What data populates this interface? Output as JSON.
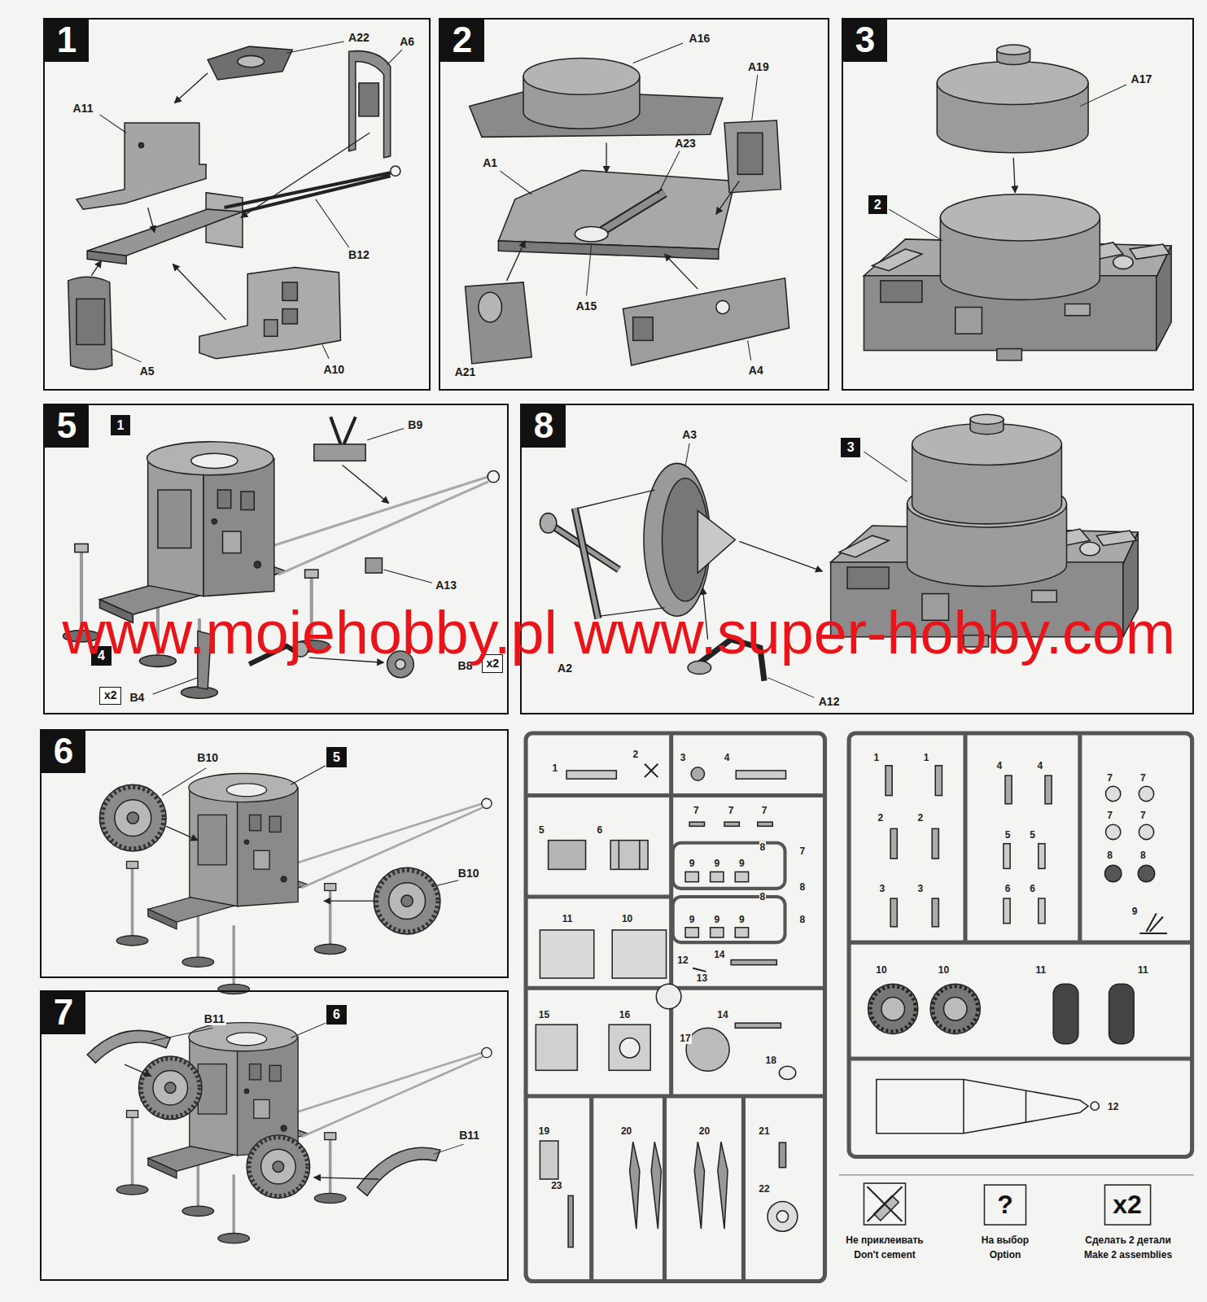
{
  "diagram": {
    "nodes": [
      {
        "text": [
          "1"
        ]
      },
      {
        "text": [
          "2"
        ]
      },
      {
        "text": [
          "3"
        ]
      },
      {
        "text": [
          "2"
        ],
        "in": 2
      },
      {
        "text": [
          "5"
        ]
      },
      {
        "text": [
          "1"
        ],
        "in": 4
      },
      {
        "text": [
          "4"
        ],
        "in": 4
      },
      {
        "text": [
          "x2"
        ],
        "in": 4
      },
      {
        "text": [
          "x2"
        ],
        "in": 4
      },
      {
        "text": [
          "8"
        ]
      },
      {
        "text": [
          "3"
        ],
        "in": 9
      },
      {
        "text": [
          "6"
        ]
      },
      {
        "text": [
          "5"
        ],
        "in": 11
      },
      {
        "text": [
          "7"
        ]
      },
      {
        "text": [
          "6"
        ],
        "in": 13
      }
    ],
    "labels": [
      "A22",
      "A6",
      "A11",
      "B12",
      "A5",
      "A10",
      "A16",
      "A19",
      "A23",
      "A1",
      "A15",
      "A21",
      "A4",
      "A17",
      "B9",
      "A13",
      "B4",
      "B8",
      "A3",
      "A2",
      "A12",
      "B10",
      "B10",
      "B11",
      "B11",
      "www.mojehobby.pl www.super-hobby.com",
      "1",
      "2",
      "3",
      "4",
      "5",
      "6",
      "7",
      "7",
      "7",
      "8",
      "7",
      "9",
      "9",
      "9",
      "8",
      "8",
      "9",
      "9",
      "9",
      "8",
      "11",
      "10",
      "12",
      "14",
      "13",
      "14",
      "15",
      "16",
      "17",
      "18",
      "19",
      "20",
      "20",
      "21",
      "23",
      "22",
      "1",
      "1",
      "4",
      "4",
      "7",
      "7",
      "7",
      "7",
      "2",
      "2",
      "5",
      "5",
      "8",
      "8",
      "3",
      "3",
      "6",
      "6",
      "9",
      "10",
      "10",
      "11",
      "11",
      "12",
      "?",
      "x2"
    ],
    "legend": [
      {
        "text": "Не приклеивать Don't cement"
      },
      {
        "text": "На выбор Option"
      },
      {
        "text": "Сделать 2 детали Make 2 assemblies"
      }
    ]
  }
}
